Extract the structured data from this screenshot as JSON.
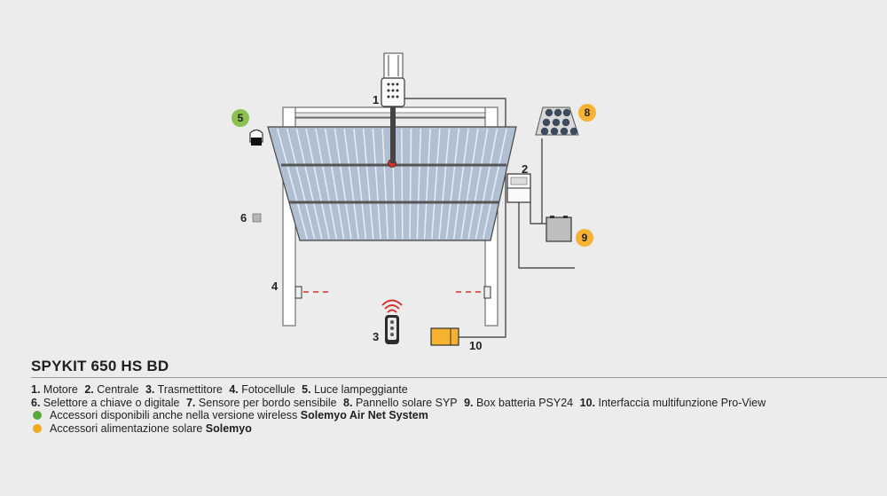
{
  "title": "SPYKIT 650 HS BD",
  "diagram_labels": {
    "motor": "1",
    "control_unit": "2",
    "transmitter": "3",
    "photocells": "4",
    "flashing_light": "5",
    "selector": "6",
    "solar_panel": "8",
    "battery_box": "9",
    "interface": "10"
  },
  "legend_items": [
    {
      "num": "1.",
      "text": "Motore"
    },
    {
      "num": "2.",
      "text": "Centrale"
    },
    {
      "num": "3.",
      "text": "Trasmettitore"
    },
    {
      "num": "4.",
      "text": "Fotocellule"
    },
    {
      "num": "5.",
      "text": "Luce lampeggiante"
    },
    {
      "num": "6.",
      "text": "Selettore a chiave o digitale"
    },
    {
      "num": "7.",
      "text": "Sensore per bordo sensibile"
    },
    {
      "num": "8.",
      "text": "Pannello solare SYP"
    },
    {
      "num": "9.",
      "text": "Box batteria PSY24"
    },
    {
      "num": "10.",
      "text": "Interfaccia multifunzione Pro-View"
    }
  ],
  "notes": [
    {
      "text": "Accessori disponibili anche nella versione wireless ",
      "bold": "Solemyo Air Net System",
      "color": "#5aa83a"
    },
    {
      "text": "Accessori alimentazione solare ",
      "bold": "Solemyo",
      "color": "#f2a81d"
    }
  ],
  "colors": {
    "green_badge": "#8cc152",
    "orange_badge": "#f7b234",
    "door_blue": "#aebfd1",
    "sensor_red": "#d0342c"
  },
  "icons": [
    "motor-icon",
    "control-unit-icon",
    "remote-icon",
    "photocell-icon",
    "flashing-light-icon",
    "selector-icon",
    "solar-panel-icon",
    "battery-box-icon",
    "interface-icon"
  ]
}
